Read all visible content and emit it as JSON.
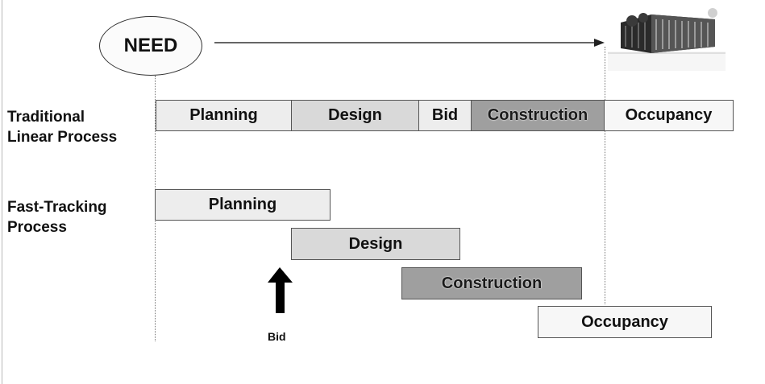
{
  "need": {
    "label": "NEED"
  },
  "traditional": {
    "label_line1": "Traditional",
    "label_line2": "Linear Process",
    "phases": {
      "planning": "Planning",
      "design": "Design",
      "bid": "Bid",
      "construction": "Construction",
      "occupancy": "Occupancy"
    }
  },
  "fast_tracking": {
    "label_line1": "Fast-Tracking",
    "label_line2": "Process",
    "phases": {
      "planning": "Planning",
      "design": "Design",
      "construction": "Construction",
      "occupancy": "Occupancy"
    },
    "bid_label": "Bid"
  },
  "colors": {
    "light": "#ededed",
    "mid": "#d9d9d9",
    "dark": "#9f9f9f",
    "line": "#333333"
  },
  "icons": [
    "up-arrow-icon",
    "building-icon",
    "right-arrow-icon"
  ]
}
